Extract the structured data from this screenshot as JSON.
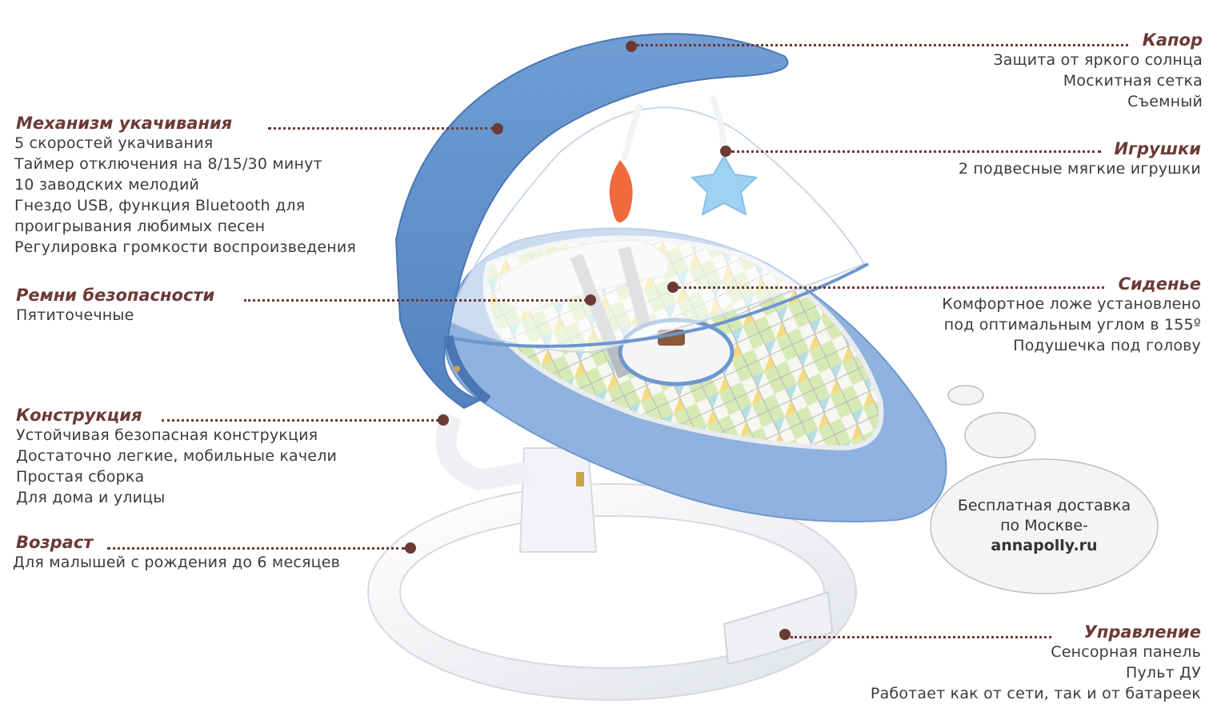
{
  "features": {
    "kapor": {
      "title": "Капор",
      "lines": [
        "Защита от яркого солнца",
        "Москитная сетка",
        "Съемный"
      ]
    },
    "mechanism": {
      "title": "Механизм укачивания",
      "lines": [
        "5 скоростей укачивания",
        "Таймер отключения на 8/15/30 минут",
        "10 заводских мелодий",
        "Гнездо USB, функция Bluetooth для",
        "проигрывания любимых песен",
        "Регулировка громкости воспроизведения"
      ]
    },
    "toys": {
      "title": "Игрушки",
      "lines": [
        "2 подвесные мягкие игрушки"
      ]
    },
    "belts": {
      "title": "Ремни безопасности",
      "lines": [
        "Пятиточечные"
      ]
    },
    "seat": {
      "title": "Сиденье",
      "lines": [
        "Комфортное ложе установлено",
        "под оптимальным углом в 155º",
        "Подушечка под голову"
      ]
    },
    "construction": {
      "title": "Конструкция",
      "lines": [
        "Устойчивая безопасная конструкция",
        "Достаточно легкие, мобильные качели",
        "Простая сборка",
        "Для дома и улицы"
      ]
    },
    "age": {
      "title": "Возраст",
      "lines": [
        "Для малышей с рождения до 6 месяцев"
      ]
    },
    "control": {
      "title": "Управление",
      "lines": [
        "Сенсорная панель",
        "Пульт ДУ",
        "Работает как от сети, так и от батареек"
      ]
    }
  },
  "bubble": {
    "line1": "Бесплатная доставка",
    "line2": "по Москве-",
    "site": "annapolly.ru"
  },
  "colors": {
    "accent": "#6b3a35",
    "canopy": "#5f8fc9",
    "frame": "#f4f5f7"
  }
}
